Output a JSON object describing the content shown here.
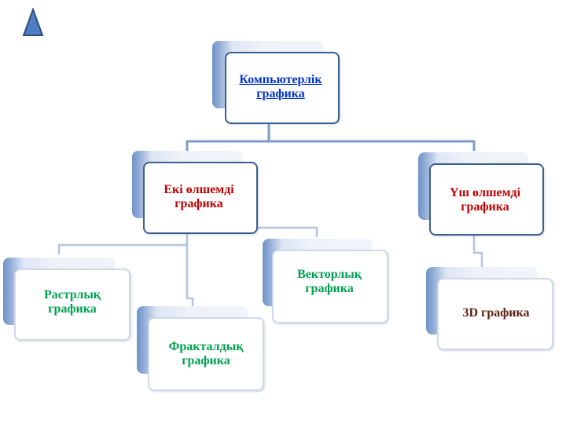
{
  "diagram": {
    "root": {
      "label": "Компьютерлік графика"
    },
    "level1": [
      {
        "label": "Екі өлшемді графика"
      },
      {
        "label": "Үш өлшемді графика"
      }
    ],
    "level2": [
      {
        "label": "Растрлық графика"
      },
      {
        "label": "Фракталдық графика"
      },
      {
        "label": "Векторлық графика"
      },
      {
        "label": "3D графика"
      }
    ]
  },
  "colors": {
    "connector": "#7e9bc8",
    "nav_icon": "#4f7fc2",
    "red_text": "#c00000",
    "green_text": "#00a050",
    "link_text": "#0033cc",
    "dark_text": "#5a1f12"
  },
  "icons": {
    "nav": "triangle-up-icon"
  }
}
